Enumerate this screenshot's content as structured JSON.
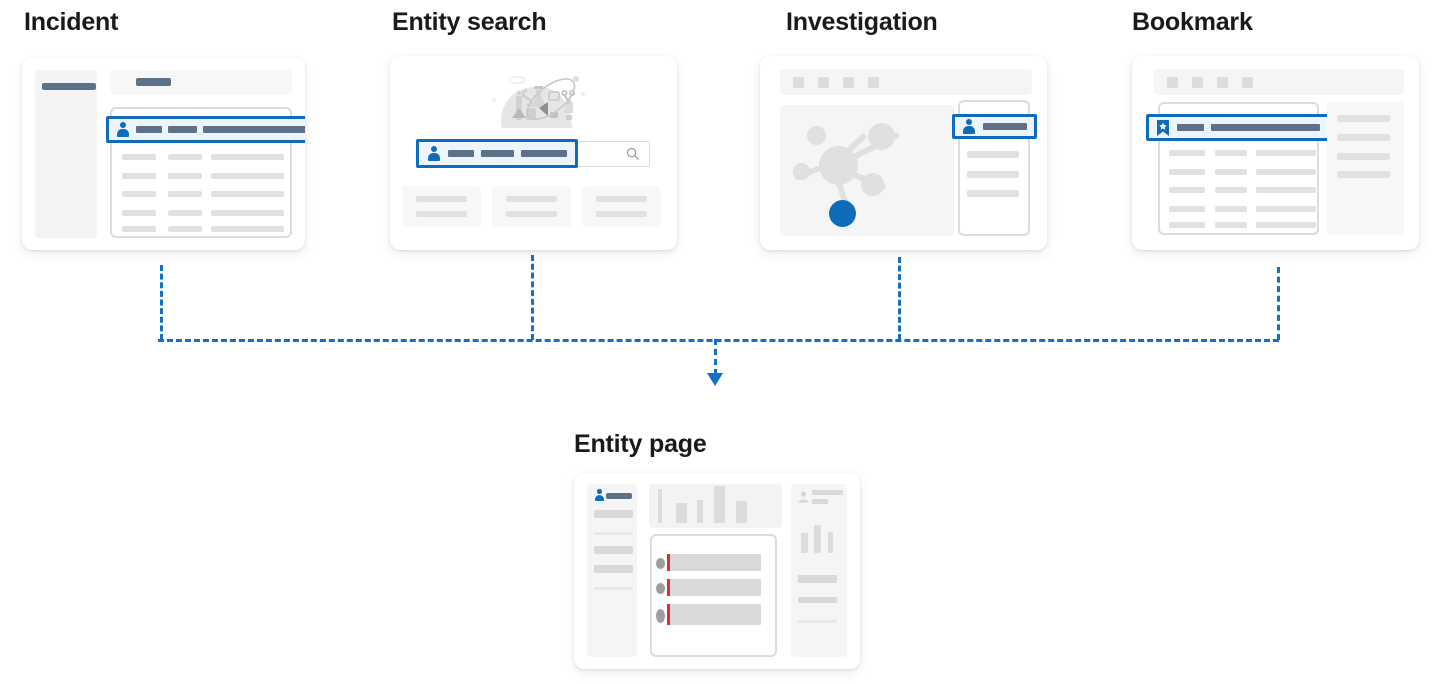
{
  "diagram": {
    "title": "Entity identification entry points flow",
    "accent_color": "#0f6cbd",
    "connector_color": "#1271c4",
    "background": "#ffffff"
  },
  "sources": [
    {
      "key": "incident",
      "label": "Incident",
      "highlight_icon": "person-icon",
      "highlight_bars": [
        56,
        64,
        172
      ],
      "table_columns": 3,
      "table_rows": 5,
      "has_left_nav": true,
      "has_top_bar": true
    },
    {
      "key": "entity_search",
      "label": "Entity search",
      "highlight_icon": "person-icon",
      "highlight_bars": [
        44,
        56,
        72
      ],
      "illustration": "lab-science-illustration",
      "search_placeholder_icon": "search-icon",
      "result_tiles": 3
    },
    {
      "key": "investigation",
      "label": "Investigation",
      "highlight_icon": "person-icon",
      "highlight_bars": [
        66
      ],
      "toolbar_squares": 4,
      "graph_nodes": 6,
      "graph_selected_node_color": "#0f6cbd",
      "side_panel_rows": 3
    },
    {
      "key": "bookmark",
      "label": "Bookmark",
      "highlight_icon": "bookmark-icon",
      "highlight_bars": [
        52,
        128
      ],
      "toolbar_squares": 4,
      "table_columns": 3,
      "table_rows": 5,
      "side_panel_rows": 4
    }
  ],
  "destination": {
    "key": "entity_page",
    "label": "Entity page",
    "left_panel": {
      "icon": "person-icon",
      "title_bar_color": "#5d7289",
      "rows": 5
    },
    "chart": {
      "type": "bar",
      "bar_count": 5,
      "bar_color": "#d9d9d9"
    },
    "timeline": {
      "items": 3,
      "marker_color": "#9e9e9e",
      "accent_color": "#d13438"
    },
    "right_panel": {
      "icon": "person-small-icon",
      "chart_bars": 3,
      "rows": 3
    }
  },
  "connectors": {
    "style": "dashed",
    "arrow": "down-arrow-icon",
    "color": "#1271c4"
  }
}
